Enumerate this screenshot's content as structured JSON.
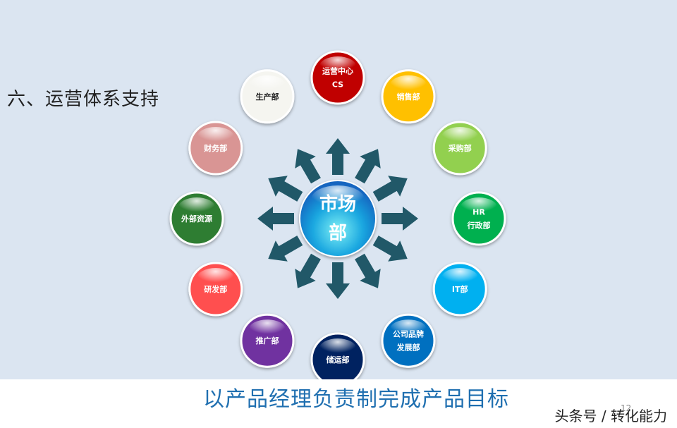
{
  "section_title": "六、运营体系支持",
  "center": {
    "lines": [
      "市场",
      "部"
    ]
  },
  "departments": [
    {
      "lines": [
        "运营中心",
        "CS"
      ],
      "color": "#c00000",
      "angle": 0
    },
    {
      "lines": [
        "销售部"
      ],
      "color": "#ffc000",
      "angle": 30
    },
    {
      "lines": [
        "采购部"
      ],
      "color": "#92d050",
      "angle": 60
    },
    {
      "lines": [
        "HR",
        "行政部"
      ],
      "color": "#00b050",
      "angle": 90
    },
    {
      "lines": [
        "IT部"
      ],
      "color": "#00b0f0",
      "angle": 120
    },
    {
      "lines": [
        "公司品牌",
        "发展部"
      ],
      "color": "#0070c0",
      "angle": 150
    },
    {
      "lines": [
        "储运部"
      ],
      "color": "#002060",
      "angle": 180
    },
    {
      "lines": [
        "推广部"
      ],
      "color": "#7030a0",
      "angle": 210
    },
    {
      "lines": [
        "研发部"
      ],
      "color": "#ff5050",
      "angle": 240
    },
    {
      "lines": [
        "外部资源"
      ],
      "color": "#2e7d32",
      "angle": 270
    },
    {
      "lines": [
        "财务部"
      ],
      "color": "#d99594",
      "angle": 300
    },
    {
      "lines": [
        "生产部"
      ],
      "color": "#f5f5f0",
      "angle": 330,
      "dark_text": true
    }
  ],
  "arrow_color": "#215868",
  "tagline": "以产品经理负责制完成产品目标",
  "page_number": "12",
  "watermark": "头条号 / 转化能力"
}
